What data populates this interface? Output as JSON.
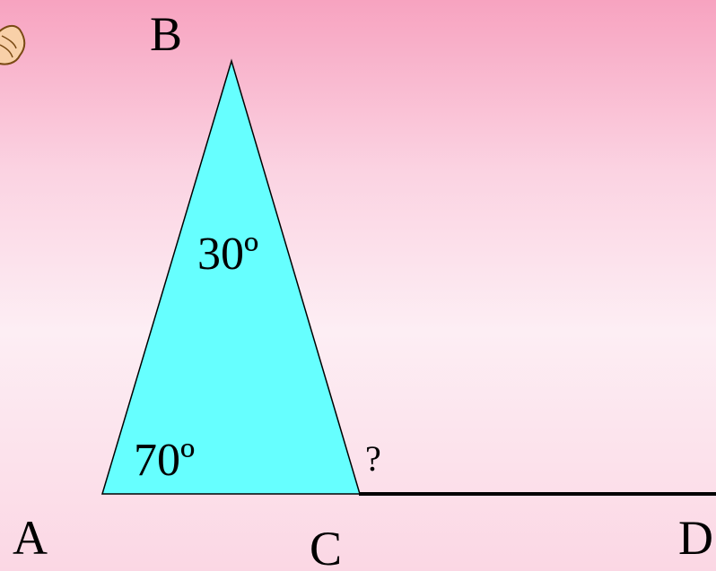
{
  "colors": {
    "background_top": "#f7a3c0",
    "background_bottom": "#fbd7e4",
    "triangle_fill": "#66ffff",
    "stroke": "#000000",
    "hand_fill": "#f8d0a8",
    "hand_stroke": "#7a4a14"
  },
  "icons": {
    "corner_graphic": "pointing-hand-icon"
  },
  "labels": {
    "vertex_a": "A",
    "vertex_b": "B",
    "vertex_c": "C",
    "vertex_d": "D",
    "angle_a": "70º",
    "angle_b": "30º",
    "angle_unknown": "?"
  }
}
